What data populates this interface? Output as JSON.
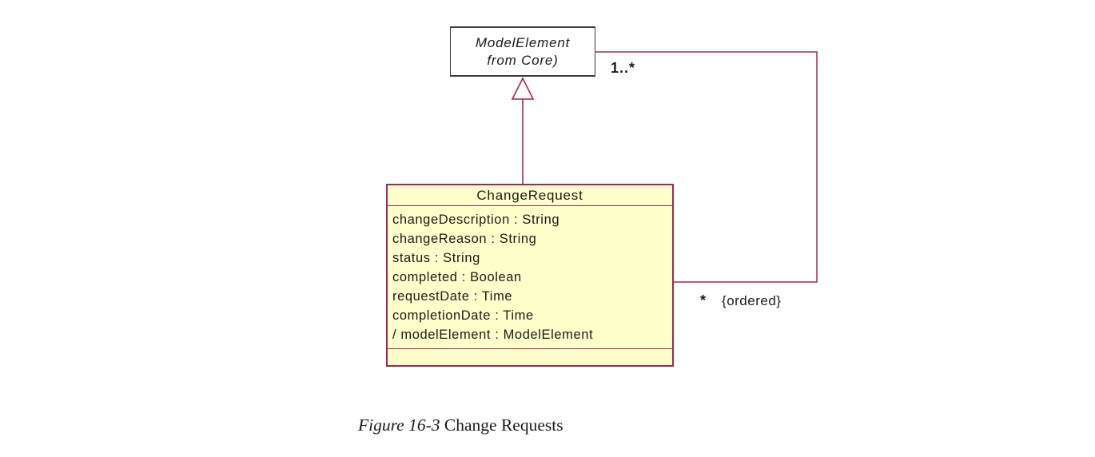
{
  "diagram": {
    "parent_class": {
      "name": "ModelElement",
      "stereotype": "from Core)"
    },
    "child_class": {
      "title": "ChangeRequest",
      "attributes": [
        "changeDescription : String",
        "changeReason : String",
        "status : String",
        "completed : Boolean",
        "requestDate : Time",
        "completionDate : Time",
        "/ modelElement : ModelElement"
      ]
    },
    "association": {
      "multiplicity_top": "1..*",
      "multiplicity_bottom": "*",
      "constraint": "{ordered}"
    }
  },
  "caption": {
    "figure_label": "Figure 16-3",
    "figure_title": " Change Requests"
  },
  "colors": {
    "edge_crimson": "#a02850",
    "class_fill_yellow": "#ffffcc",
    "parent_border_gray": "#3c3c3c",
    "text_black": "#1a1a1a"
  }
}
